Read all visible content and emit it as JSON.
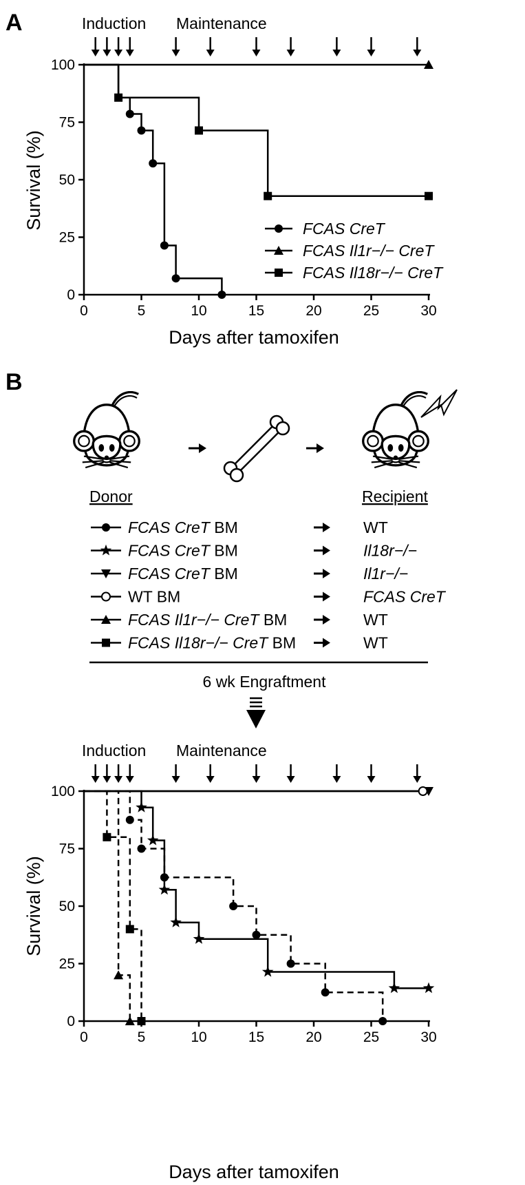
{
  "panel_a": {
    "letter": "A",
    "induction_label": "Induction",
    "maintenance_label": "Maintenance",
    "arrow_days": [
      1,
      2,
      3,
      4,
      8,
      11,
      15,
      18,
      22,
      25,
      29
    ]
  },
  "panel_b": {
    "letter": "B",
    "donor_label": "Donor",
    "recipient_label": "Recipient",
    "engraftment_label": "6 wk Engraftment",
    "induction_label": "Induction",
    "maintenance_label": "Maintenance",
    "arrow_days": [
      1,
      2,
      3,
      4,
      8,
      11,
      15,
      18,
      22,
      25,
      29
    ],
    "transplant_rows": [
      {
        "marker": "circle",
        "donor_italic": "FCAS CreT",
        "donor_plain": " BM",
        "recipient_italic": "",
        "recipient_plain": "WT"
      },
      {
        "marker": "star",
        "donor_italic": "FCAS CreT",
        "donor_plain": " BM",
        "recipient_italic": "Il18r−/−",
        "recipient_plain": ""
      },
      {
        "marker": "triangle-down",
        "donor_italic": "FCAS CreT",
        "donor_plain": " BM",
        "recipient_italic": "Il1r−/−",
        "recipient_plain": ""
      },
      {
        "marker": "circle-open",
        "donor_italic": "",
        "donor_plain": "WT BM",
        "recipient_italic": "FCAS CreT",
        "recipient_plain": ""
      },
      {
        "marker": "triangle-up",
        "donor_italic": "FCAS Il1r−/− CreT",
        "donor_plain": " BM",
        "recipient_italic": "",
        "recipient_plain": "WT"
      },
      {
        "marker": "square",
        "donor_italic": "FCAS Il18r−/− CreT",
        "donor_plain": " BM",
        "recipient_italic": "",
        "recipient_plain": "WT"
      }
    ]
  },
  "colors": {
    "ink": "#000000",
    "background": "#ffffff"
  },
  "chart_data": [
    {
      "type": "line",
      "subtype": "kaplan-meier",
      "panel": "A",
      "title": "",
      "xlabel": "Days after tamoxifen",
      "ylabel": "Survival (%)",
      "xlim": [
        0,
        30
      ],
      "ylim": [
        0,
        100
      ],
      "xticks": [
        0,
        5,
        10,
        15,
        20,
        25,
        30
      ],
      "yticks": [
        0,
        25,
        50,
        75,
        100
      ],
      "grid": false,
      "legend_position": "bottom-right",
      "series": [
        {
          "name": "FCAS CreT",
          "marker": "circle",
          "dash": "solid",
          "steps": [
            [
              0,
              100
            ],
            [
              3,
              85.7
            ],
            [
              4,
              78.6
            ],
            [
              5,
              71.4
            ],
            [
              6,
              57.1
            ],
            [
              7,
              21.4
            ],
            [
              8,
              7.1
            ],
            [
              12,
              0
            ]
          ],
          "markers": [
            [
              4,
              78.6
            ],
            [
              5,
              71.4
            ],
            [
              6,
              57.1
            ],
            [
              7,
              21.4
            ],
            [
              8,
              7.1
            ],
            [
              12,
              0
            ]
          ]
        },
        {
          "name": "FCAS Il1r−/− CreT",
          "marker": "triangle-up",
          "dash": "solid",
          "steps": [
            [
              0,
              100
            ],
            [
              30,
              100
            ]
          ],
          "markers": [
            [
              30,
              100
            ]
          ]
        },
        {
          "name": "FCAS Il18r−/− CreT",
          "marker": "square",
          "dash": "solid",
          "steps": [
            [
              0,
              100
            ],
            [
              3,
              85.7
            ],
            [
              10,
              71.4
            ],
            [
              16,
              42.9
            ],
            [
              30,
              42.9
            ]
          ],
          "markers": [
            [
              3,
              85.7
            ],
            [
              10,
              71.4
            ],
            [
              16,
              42.9
            ],
            [
              30,
              42.9
            ]
          ]
        }
      ]
    },
    {
      "type": "line",
      "subtype": "kaplan-meier",
      "panel": "B",
      "title": "",
      "xlabel": "Days after tamoxifen",
      "ylabel": "Survival (%)",
      "xlim": [
        0,
        30
      ],
      "ylim": [
        0,
        100
      ],
      "xticks": [
        0,
        5,
        10,
        15,
        20,
        25,
        30
      ],
      "yticks": [
        0,
        25,
        50,
        75,
        100
      ],
      "grid": false,
      "series": [
        {
          "marker": "circle",
          "dash": "dashed",
          "steps": [
            [
              0,
              100
            ],
            [
              4,
              87.5
            ],
            [
              5,
              75
            ],
            [
              7,
              62.5
            ],
            [
              13,
              50
            ],
            [
              15,
              37.5
            ],
            [
              18,
              25
            ],
            [
              21,
              12.5
            ],
            [
              26,
              0
            ]
          ],
          "markers": [
            [
              4,
              87.5
            ],
            [
              5,
              75
            ],
            [
              7,
              62.5
            ],
            [
              13,
              50
            ],
            [
              15,
              37.5
            ],
            [
              18,
              25
            ],
            [
              21,
              12.5
            ],
            [
              26,
              0
            ]
          ]
        },
        {
          "marker": "star",
          "dash": "solid",
          "steps": [
            [
              0,
              100
            ],
            [
              5,
              92.9
            ],
            [
              6,
              78.6
            ],
            [
              7,
              57.1
            ],
            [
              8,
              42.9
            ],
            [
              10,
              35.7
            ],
            [
              16,
              21.4
            ],
            [
              27,
              14.3
            ],
            [
              30,
              14.3
            ]
          ],
          "markers": [
            [
              5,
              92.9
            ],
            [
              6,
              78.6
            ],
            [
              7,
              57.1
            ],
            [
              8,
              42.9
            ],
            [
              10,
              35.7
            ],
            [
              16,
              21.4
            ],
            [
              27,
              14.3
            ],
            [
              30,
              14.3
            ]
          ]
        },
        {
          "marker": "triangle-down",
          "dash": "solid",
          "steps": [
            [
              0,
              100
            ],
            [
              30,
              100
            ]
          ],
          "markers": [
            [
              30,
              100
            ]
          ]
        },
        {
          "marker": "circle-open",
          "dash": "solid",
          "steps": [
            [
              0,
              100
            ],
            [
              29.5,
              100
            ]
          ],
          "markers": [
            [
              29.5,
              100
            ]
          ]
        },
        {
          "marker": "triangle-up",
          "dash": "dashed",
          "steps": [
            [
              0,
              100
            ],
            [
              2,
              100
            ],
            [
              3,
              20
            ],
            [
              4,
              0
            ]
          ],
          "markers": [
            [
              3,
              20
            ],
            [
              4,
              0
            ]
          ]
        },
        {
          "marker": "square",
          "dash": "dashed",
          "steps": [
            [
              0,
              100
            ],
            [
              2,
              80
            ],
            [
              4,
              40
            ],
            [
              5,
              0
            ]
          ],
          "markers": [
            [
              2,
              80
            ],
            [
              4,
              40
            ],
            [
              5,
              0
            ]
          ]
        }
      ]
    }
  ]
}
